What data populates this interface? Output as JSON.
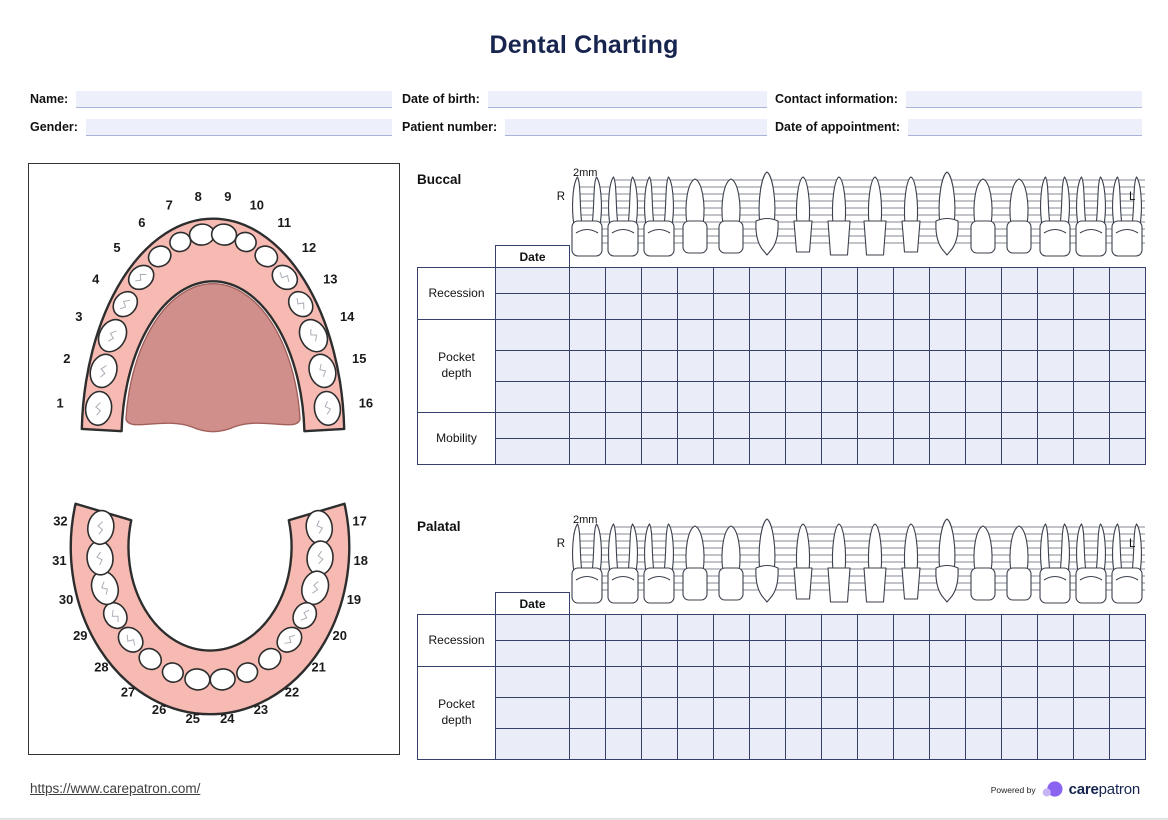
{
  "title": "Dental Charting",
  "colors": {
    "navy": "#17254e",
    "cell_fill": "#eaedf8",
    "cell_border": "#35406b",
    "field_fill": "#edf0fa",
    "field_underline": "#a9b2d8",
    "gum_pink": "#f6bab2",
    "palate_rose": "#d08f8b",
    "outline_dark": "#2d2d2d",
    "brand_purple": "#8a63f0",
    "brand_lavender": "#c6b5f6",
    "link_gray": "#3f3f3f"
  },
  "patient_fields": [
    {
      "id": "name",
      "label": "Name:",
      "value": "",
      "placeholder": ""
    },
    {
      "id": "date_of_birth",
      "label": "Date of birth:",
      "value": "",
      "placeholder": ""
    },
    {
      "id": "contact",
      "label": "Contact information:",
      "value": "",
      "placeholder": ""
    },
    {
      "id": "gender",
      "label": "Gender:",
      "value": "",
      "placeholder": ""
    },
    {
      "id": "patient_number",
      "label": "Patient number:",
      "value": "",
      "placeholder": ""
    },
    {
      "id": "appointment",
      "label": "Date of appointment:",
      "value": "",
      "placeholder": ""
    }
  ],
  "odontogram": {
    "upper_numbers": [
      "1",
      "2",
      "3",
      "4",
      "5",
      "6",
      "7",
      "8",
      "9",
      "10",
      "11",
      "12",
      "13",
      "14",
      "15",
      "16"
    ],
    "lower_numbers": [
      "17",
      "18",
      "19",
      "20",
      "21",
      "22",
      "23",
      "24",
      "25",
      "26",
      "27",
      "28",
      "29",
      "30",
      "31",
      "32"
    ]
  },
  "perio_charts": [
    {
      "id": "buccal",
      "title": "Buccal",
      "scale_label": "2mm",
      "side_left": "R",
      "side_right": "L",
      "date_header": "Date",
      "tooth_columns": 16,
      "row_groups": [
        {
          "label": "Recession",
          "lines": 2
        },
        {
          "label": "Pocket depth",
          "lines": 3
        },
        {
          "label": "Mobility",
          "lines": 2
        }
      ]
    },
    {
      "id": "palatal",
      "title": "Palatal",
      "scale_label": "2mm",
      "side_left": "R",
      "side_right": "L",
      "date_header": "Date",
      "tooth_columns": 16,
      "row_groups": [
        {
          "label": "Recession",
          "lines": 2
        },
        {
          "label": "Pocket depth",
          "lines": 3
        }
      ]
    }
  ],
  "footer": {
    "link": "https://www.carepatron.com/",
    "powered_by": "Powered by",
    "brand_bold": "care",
    "brand_light": "patron"
  }
}
